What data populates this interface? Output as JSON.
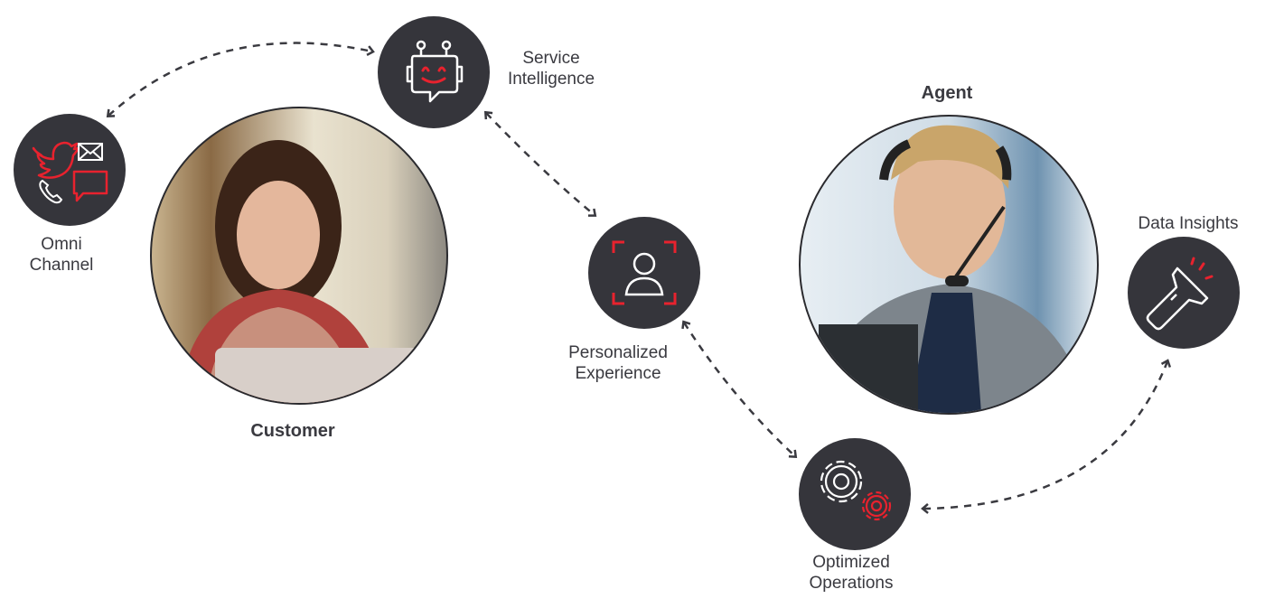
{
  "colors": {
    "node": "#35353b",
    "accent": "#e8222e",
    "icon_line": "#ffffff",
    "connector": "#3a3a40"
  },
  "customer": {
    "label": "Customer",
    "image": "customer-photo"
  },
  "agent": {
    "label": "Agent",
    "image": "agent-photo"
  },
  "nodes": [
    {
      "id": "omni",
      "line1": "Omni",
      "line2": "Channel",
      "icons": [
        "twitter-icon",
        "mail-icon",
        "phone-icon",
        "chat-icon"
      ]
    },
    {
      "id": "service",
      "line1": "Service",
      "line2": "Intelligence",
      "icons": [
        "robot-chat-icon"
      ]
    },
    {
      "id": "personalized",
      "line1": "Personalized",
      "line2": "Experience",
      "icons": [
        "user-focus-icon"
      ]
    },
    {
      "id": "optimized",
      "line1": "Optimized",
      "line2": "Operations",
      "icons": [
        "gears-icon"
      ]
    },
    {
      "id": "insights",
      "line1": "Data Insights",
      "icons": [
        "flashlight-icon"
      ]
    }
  ],
  "connections": [
    [
      "omni",
      "service"
    ],
    [
      "service",
      "personalized"
    ],
    [
      "personalized",
      "optimized"
    ],
    [
      "optimized",
      "insights"
    ]
  ]
}
